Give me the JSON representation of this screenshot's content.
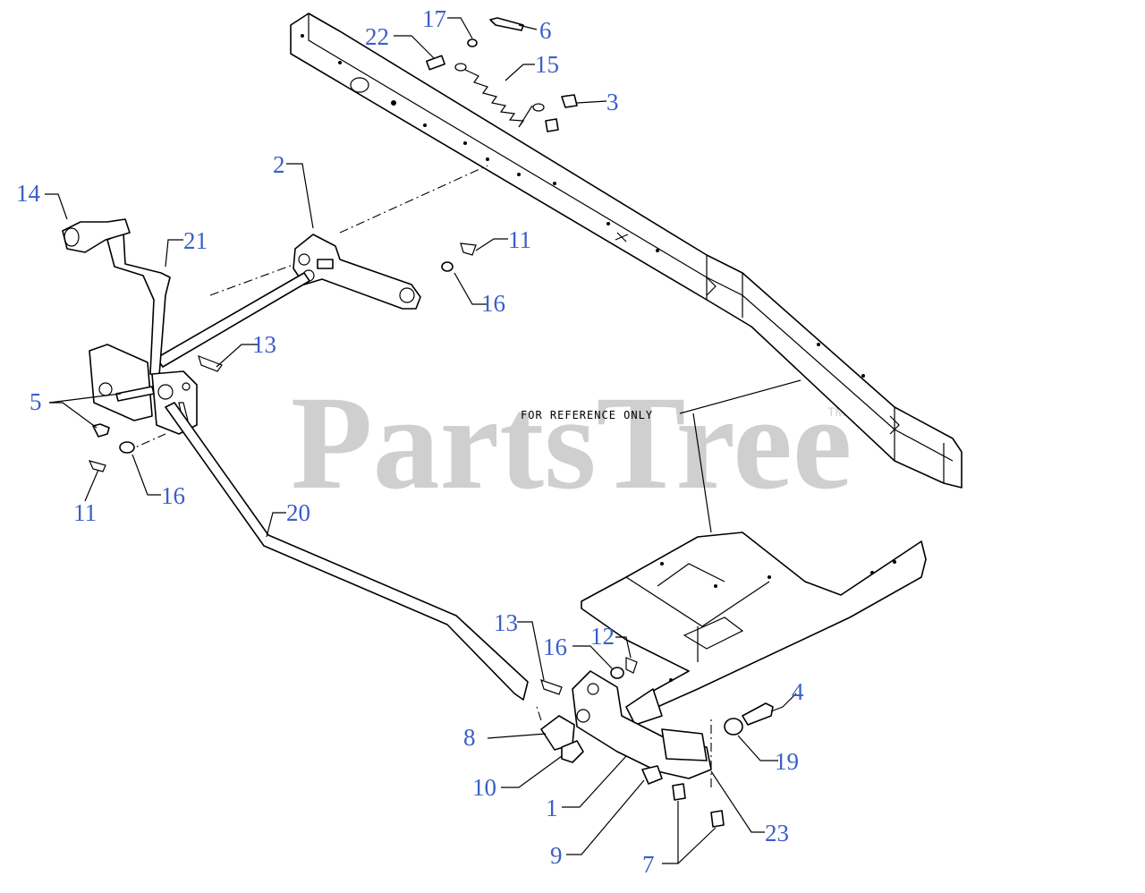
{
  "watermark": {
    "text": "PartsTree",
    "trademark": "TM"
  },
  "note": "FOR REFERENCE ONLY",
  "callouts": {
    "c1": "1",
    "c2": "2",
    "c3": "3",
    "c4": "4",
    "c5": "5",
    "c6": "6",
    "c7": "7",
    "c8": "8",
    "c9": "9",
    "c10": "10",
    "c11a": "11",
    "c11b": "11",
    "c12": "12",
    "c13a": "13",
    "c13b": "13",
    "c14": "14",
    "c15": "15",
    "c16a": "16",
    "c16b": "16",
    "c16c": "16",
    "c17": "17",
    "c19": "19",
    "c20": "20",
    "c21": "21",
    "c22": "22",
    "c23": "23"
  },
  "colors": {
    "callout": "#3a5fc8",
    "watermark": "#cfcfcf",
    "line": "#000000"
  }
}
